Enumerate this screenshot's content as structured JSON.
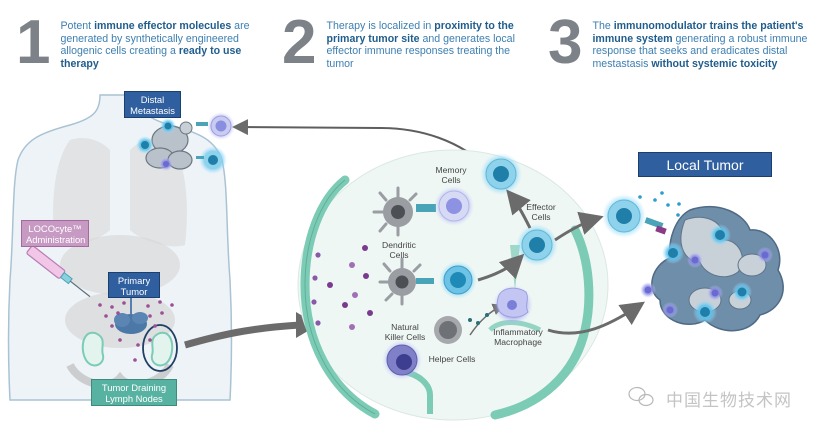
{
  "steps": [
    {
      "number": "1",
      "segments": [
        {
          "text": "Potent ",
          "bold": false
        },
        {
          "text": "immune effector molecules",
          "bold": true
        },
        {
          "text": " are generated by synthetically engineered allogenic cells creating a ",
          "bold": false
        },
        {
          "text": "ready to use therapy",
          "bold": true
        }
      ]
    },
    {
      "number": "2",
      "segments": [
        {
          "text": "Therapy is localized in ",
          "bold": false
        },
        {
          "text": "proximity to the primary tumor site",
          "bold": true
        },
        {
          "text": " and generates local effector immune responses treating the tumor",
          "bold": false
        }
      ]
    },
    {
      "number": "3",
      "segments": [
        {
          "text": "The ",
          "bold": false
        },
        {
          "text": "immunomodulator trains the patient's immune system",
          "bold": true
        },
        {
          "text": " generating a robust immune response that seeks and eradicates distal mestastasis ",
          "bold": false
        },
        {
          "text": "without systemic toxicity",
          "bold": true
        }
      ]
    }
  ],
  "body_labels": {
    "distal_metastasis": [
      "Distal",
      "Metastasis"
    ],
    "lococyte_admin": [
      "LOCOcyte™",
      "Administration"
    ],
    "primary_tumor": [
      "Primary",
      "Tumor"
    ],
    "lymph_nodes": [
      "Tumor Draining",
      "Lymph Nodes"
    ]
  },
  "cell_labels": {
    "memory": [
      "Memory",
      "Cells"
    ],
    "dendritic": [
      "Dendritic",
      "Cells"
    ],
    "effector": [
      "Effector",
      "Cells"
    ],
    "natural_killer": [
      "Natural",
      "Killer Cells"
    ],
    "helper": [
      "Helper Cells"
    ],
    "macrophage": [
      "Inflammatory",
      "Macrophage"
    ]
  },
  "local_tumor_label": "Local Tumor",
  "watermark": "中国生物技术网",
  "colors": {
    "step_number": "#7d8288",
    "step_text": "#3d7fb1",
    "step_text_bold": "#1f5d8d",
    "label_blue": "#2f5f9e",
    "label_pink": "#b77fb4",
    "label_teal": "#4aa394",
    "lymph_teal": "#7ccbb5",
    "effector_cell": "#3fa6cf",
    "arrow_gray": "#6b6b6b"
  }
}
